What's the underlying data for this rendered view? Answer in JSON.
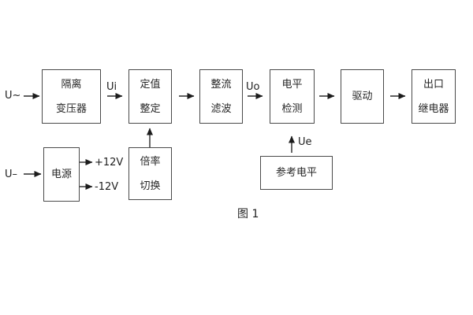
{
  "diagram": {
    "caption": "图 1",
    "blocks": {
      "isolation_transformer": {
        "line1": "隔离",
        "line2": "变压器"
      },
      "setting_adjust": {
        "line1": "定值",
        "line2": "整定"
      },
      "rectifier_filter": {
        "line1": "整流",
        "line2": "滤波"
      },
      "level_detect": {
        "line1": "电平",
        "line2": "检测"
      },
      "drive": {
        "line1": "驱动"
      },
      "output_relay": {
        "line1": "出口",
        "line2": "继电器"
      },
      "power": {
        "line1": "电源"
      },
      "multiplier_switch": {
        "line1": "倍率",
        "line2": "切换"
      },
      "reference_level": {
        "line1": "参考电平"
      }
    },
    "signals": {
      "input_ac": "U~",
      "input_dc": "U–",
      "ui": "Ui",
      "uo": "Uo",
      "ue": "Ue",
      "rail_positive": "+12V",
      "rail_negative": "-12V"
    },
    "colors": {
      "background": "#ffffff",
      "box_border": "#4a4a4a",
      "wire": "#2b2b2b",
      "text": "#262626"
    }
  }
}
